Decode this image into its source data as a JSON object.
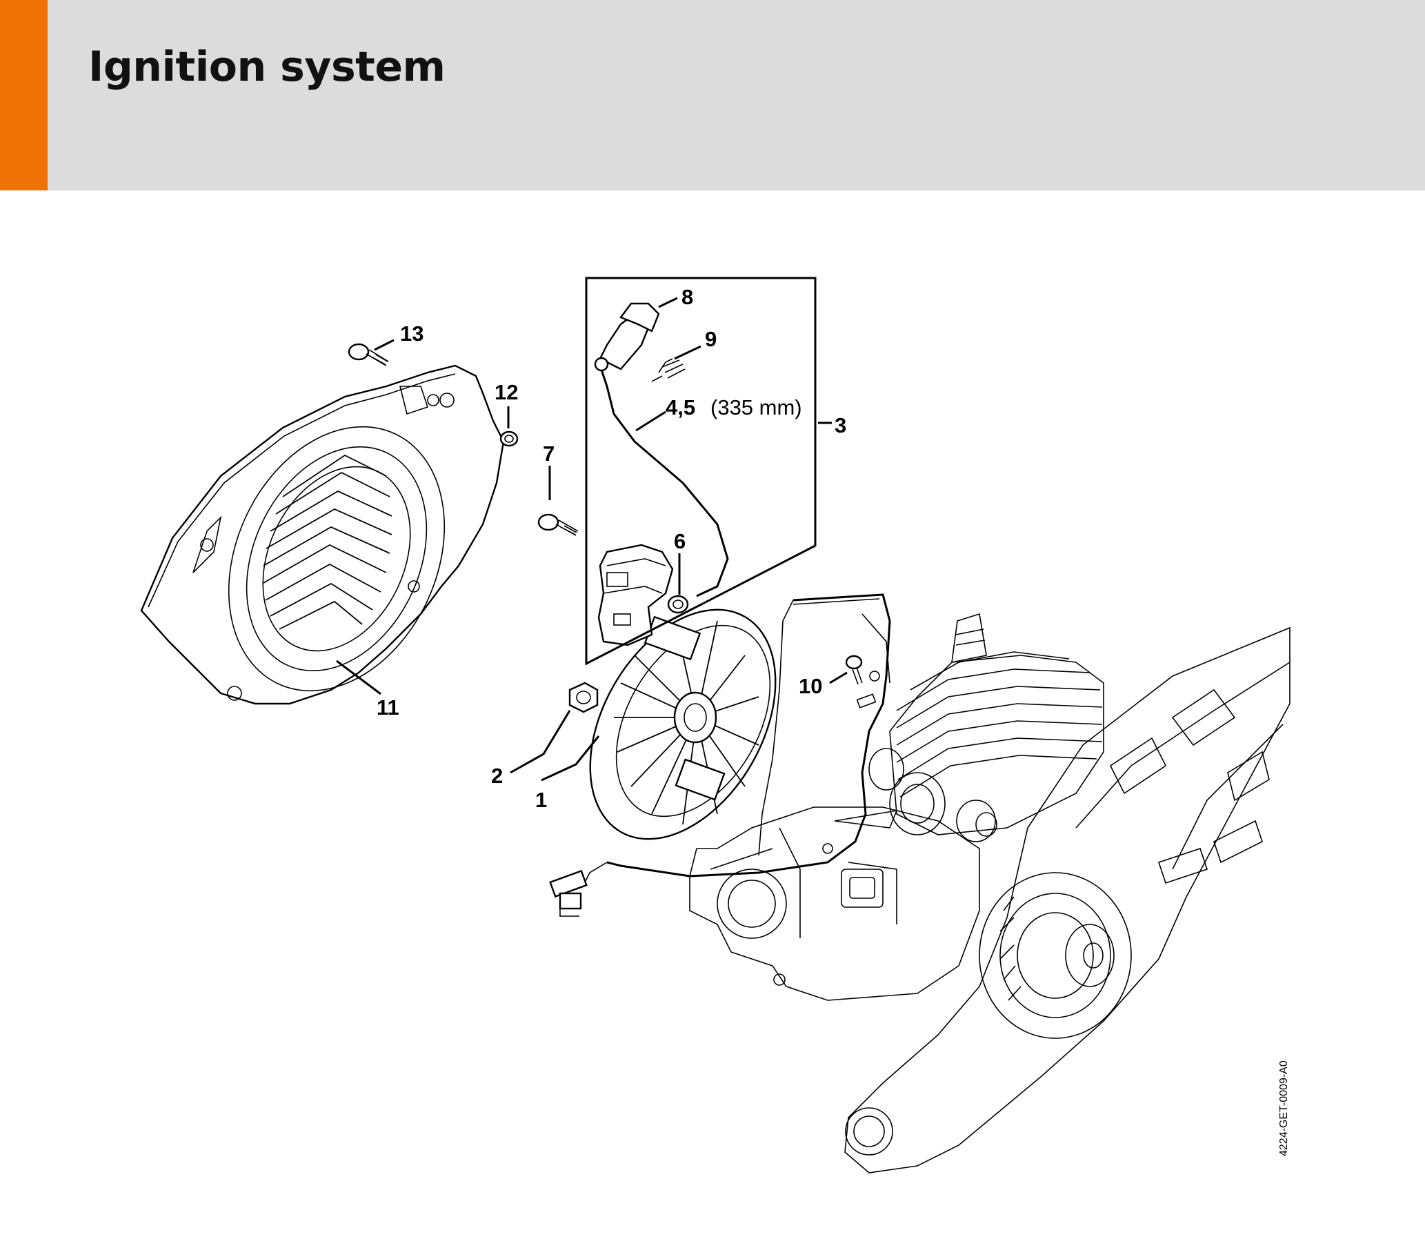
{
  "header": {
    "title": "Ignition system",
    "accent_color": "#f07106",
    "background_color": "#dcdcdc"
  },
  "diagram": {
    "drawing_code": "4224-GET-0009-A0",
    "callouts": [
      {
        "id": "c1",
        "label": "1"
      },
      {
        "id": "c2",
        "label": "2"
      },
      {
        "id": "c3",
        "label": "3"
      },
      {
        "id": "c45",
        "label": "4,5",
        "extra": "(335 mm)"
      },
      {
        "id": "c6",
        "label": "6"
      },
      {
        "id": "c7",
        "label": "7"
      },
      {
        "id": "c8",
        "label": "8"
      },
      {
        "id": "c9",
        "label": "9"
      },
      {
        "id": "c10",
        "label": "10"
      },
      {
        "id": "c11",
        "label": "11"
      },
      {
        "id": "c12",
        "label": "12"
      },
      {
        "id": "c13",
        "label": "13"
      }
    ]
  }
}
